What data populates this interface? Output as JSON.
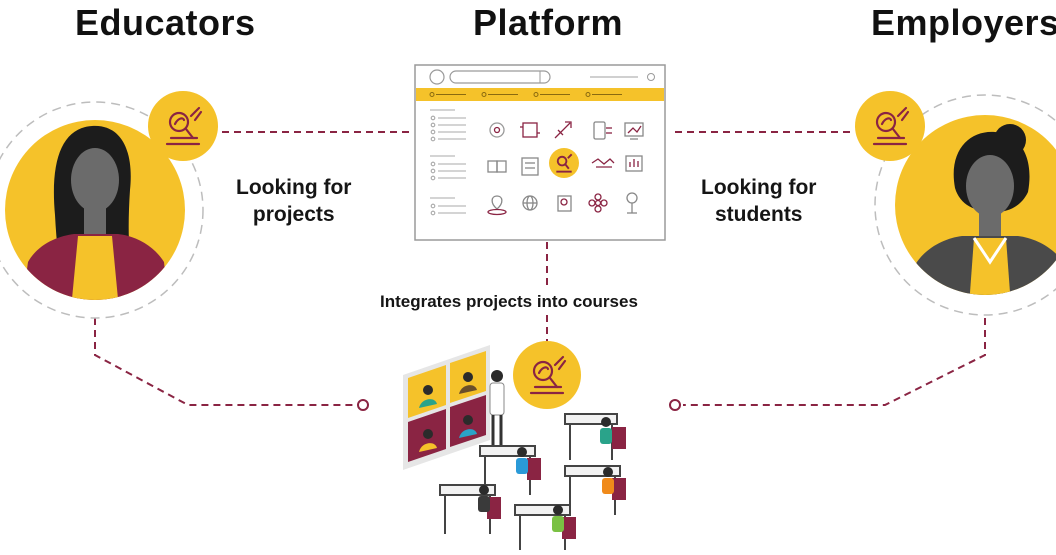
{
  "headings": {
    "left": "Educators",
    "center": "Platform",
    "right": "Employers"
  },
  "labels": {
    "left_line1": "Looking for",
    "left_line2": "projects",
    "right_line1": "Looking for",
    "right_line2": "students",
    "bottom": "Integrates projects into courses"
  },
  "icons": {
    "educator_badge": "microscope-icon",
    "employer_badge": "microscope-icon",
    "classroom_badge": "microscope-icon",
    "platform_highlight": "microscope-icon"
  },
  "colors": {
    "accent_yellow": "#f5c22a",
    "maroon": "#8a2443",
    "dashed_line": "#8a2443",
    "outline_grey": "#b9b9b9",
    "figure_grey": "#555555",
    "text": "#111111"
  }
}
